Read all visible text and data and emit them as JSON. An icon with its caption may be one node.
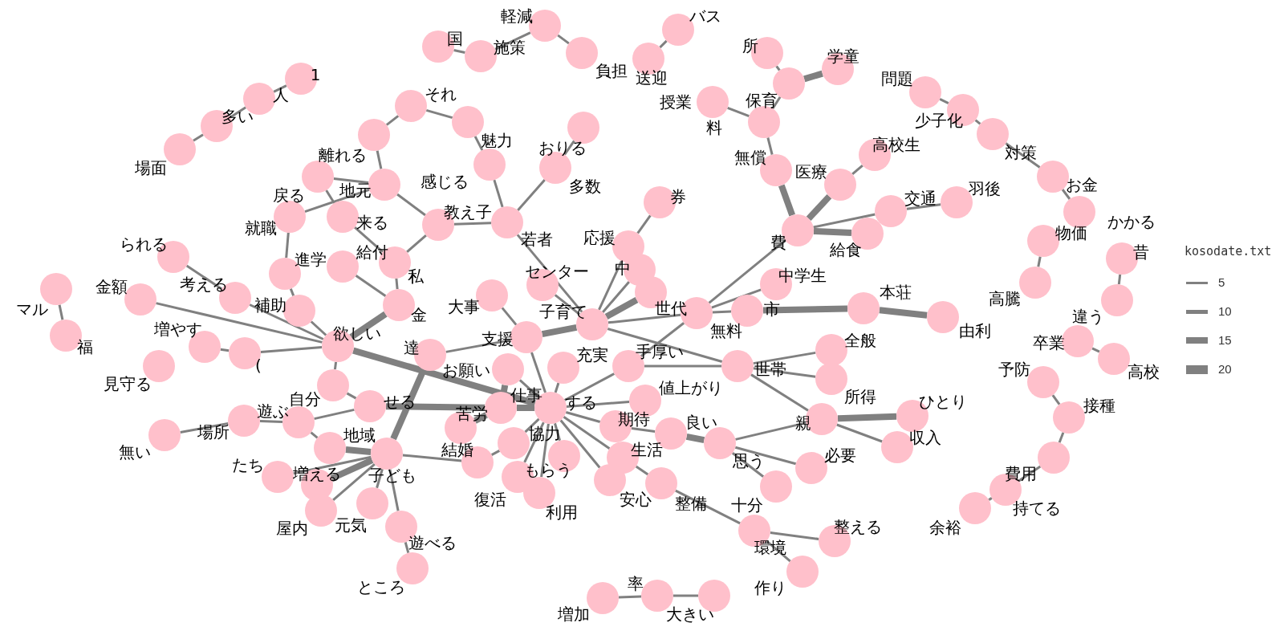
{
  "diagram": {
    "nodes": [
      {
        "text": [
          "場面"
        ]
      },
      {
        "text": [
          "多い"
        ]
      },
      {
        "text": [
          "人"
        ]
      },
      {
        "text": [
          "1"
        ]
      },
      {
        "text": [
          "国"
        ]
      },
      {
        "text": [
          "施策"
        ]
      },
      {
        "text": [
          "軽減"
        ]
      },
      {
        "text": [
          "負担"
        ]
      },
      {
        "text": [
          "バス"
        ]
      },
      {
        "text": [
          "送迎"
        ]
      },
      {
        "text": [
          "所"
        ]
      },
      {
        "text": [
          "学童"
        ]
      },
      {
        "text": [
          "保育"
        ]
      },
      {
        "text": [
          "授業"
        ]
      },
      {
        "text": [
          "料"
        ]
      },
      {
        "text": [
          "問題"
        ]
      },
      {
        "text": [
          "少子化"
        ]
      },
      {
        "text": [
          "対策"
        ]
      },
      {
        "text": [
          "それ"
        ]
      },
      {
        "text": [
          "魅力"
        ]
      },
      {
        "text": [
          "離れる"
        ]
      },
      {
        "text": [
          "おりる"
        ]
      },
      {
        "text": [
          "高校生"
        ]
      },
      {
        "text": [
          "無償"
        ]
      },
      {
        "text": [
          "感じる"
        ]
      },
      {
        "text": [
          "多数"
        ]
      },
      {
        "text": [
          "地元"
        ]
      },
      {
        "text": [
          "戻る"
        ]
      },
      {
        "text": [
          "医療"
        ]
      },
      {
        "text": [
          "お金"
        ]
      },
      {
        "text": [
          "かかる"
        ]
      },
      {
        "text": [
          "交通"
        ]
      },
      {
        "text": [
          "羽後"
        ]
      },
      {
        "text": [
          "券"
        ]
      },
      {
        "text": [
          "就職"
        ]
      },
      {
        "text": [
          "来る"
        ]
      },
      {
        "text": [
          "教え子"
        ]
      },
      {
        "text": [
          "若者"
        ]
      },
      {
        "text": [
          "費"
        ]
      },
      {
        "text": [
          "給食"
        ]
      },
      {
        "text": [
          "物価"
        ]
      },
      {
        "text": [
          "応援"
        ]
      },
      {
        "text": [
          "られる"
        ]
      },
      {
        "text": [
          "昔"
        ]
      },
      {
        "text": [
          "進学"
        ]
      },
      {
        "text": [
          "給付"
        ]
      },
      {
        "text": [
          "私"
        ]
      },
      {
        "text": [
          "中"
        ]
      },
      {
        "text": [
          "高騰"
        ]
      },
      {
        "text": [
          "中学生"
        ]
      },
      {
        "text": [
          "センター"
        ]
      },
      {
        "text": [
          "考える"
        ]
      },
      {
        "text": [
          "金額"
        ]
      },
      {
        "text": [
          "マル"
        ]
      },
      {
        "text": [
          "補助"
        ]
      },
      {
        "text": [
          "金"
        ]
      },
      {
        "text": [
          "大事"
        ]
      },
      {
        "text": [
          "世代"
        ]
      },
      {
        "text": [
          "違う"
        ]
      },
      {
        "text": [
          "子育て"
        ]
      },
      {
        "text": [
          "無料"
        ]
      },
      {
        "text": [
          "市"
        ]
      },
      {
        "text": [
          "本荘"
        ]
      },
      {
        "text": [
          "由利"
        ]
      },
      {
        "text": [
          "福"
        ]
      },
      {
        "text": [
          "増やす"
        ]
      },
      {
        "text": [
          "支援"
        ]
      },
      {
        "text": [
          "卒業"
        ]
      },
      {
        "text": [
          "欲しい"
        ]
      },
      {
        "text": [
          "("
        ]
      },
      {
        "text": [
          "達"
        ]
      },
      {
        "text": [
          "全般"
        ]
      },
      {
        "text": [
          "見守る"
        ]
      },
      {
        "text": [
          "充実"
        ]
      },
      {
        "text": [
          "手厚い"
        ]
      },
      {
        "text": [
          "お願い"
        ]
      },
      {
        "text": [
          "世帯"
        ]
      },
      {
        "text": [
          "自分"
        ]
      },
      {
        "text": [
          "高校"
        ]
      },
      {
        "text": [
          "所得"
        ]
      },
      {
        "text": [
          "予防"
        ]
      },
      {
        "text": [
          "値上がり"
        ]
      },
      {
        "text": [
          "せる"
        ]
      },
      {
        "text": [
          "仕事"
        ]
      },
      {
        "text": [
          "する"
        ]
      },
      {
        "text": [
          "ひとり"
        ]
      },
      {
        "text": [
          "接種"
        ]
      },
      {
        "text": [
          "苦労"
        ]
      },
      {
        "text": [
          "親"
        ]
      },
      {
        "text": [
          "期待"
        ]
      },
      {
        "text": [
          "遊ぶ"
        ]
      },
      {
        "text": [
          "場所"
        ]
      },
      {
        "text": [
          "良い"
        ]
      },
      {
        "text": [
          "無い"
        ]
      },
      {
        "text": [
          "協力"
        ]
      },
      {
        "text": [
          "思う"
        ]
      },
      {
        "text": [
          "費用"
        ]
      },
      {
        "text": [
          "収入"
        ]
      },
      {
        "text": [
          "地域"
        ]
      },
      {
        "text": [
          "もらう"
        ]
      },
      {
        "text": [
          "結婚"
        ]
      },
      {
        "text": [
          "子ども"
        ]
      },
      {
        "text": [
          "生活"
        ]
      },
      {
        "text": [
          "必要"
        ]
      },
      {
        "text": [
          "たち"
        ]
      },
      {
        "text": [
          "復活"
        ]
      },
      {
        "text": [
          "増える"
        ]
      },
      {
        "text": [
          "安心"
        ]
      },
      {
        "text": [
          "整備"
        ]
      },
      {
        "text": [
          "十分"
        ]
      },
      {
        "text": [
          "利用"
        ]
      },
      {
        "text": [
          "持てる"
        ]
      },
      {
        "text": [
          "屋内"
        ]
      },
      {
        "text": [
          "元気"
        ]
      },
      {
        "text": [
          "余裕"
        ]
      },
      {
        "text": [
          "遊べる"
        ]
      },
      {
        "text": [
          "環境"
        ]
      },
      {
        "text": [
          "整える"
        ]
      },
      {
        "text": [
          "作り"
        ]
      },
      {
        "text": [
          "ところ"
        ]
      },
      {
        "text": [
          "増加"
        ]
      },
      {
        "text": [
          "率"
        ]
      },
      {
        "text": [
          "大きい"
        ]
      }
    ],
    "edges": [
      {
        "from": 0,
        "to": 1,
        "arrow": "none"
      },
      {
        "from": 1,
        "to": 2,
        "arrow": "none"
      },
      {
        "from": 2,
        "to": 3,
        "arrow": "none"
      },
      {
        "from": 4,
        "to": 5,
        "arrow": "none"
      },
      {
        "from": 5,
        "to": 6,
        "arrow": "none"
      },
      {
        "from": 6,
        "to": 7,
        "arrow": "none"
      },
      {
        "from": 8,
        "to": 9,
        "arrow": "none"
      },
      {
        "from": 10,
        "to": 12,
        "arrow": "none"
      },
      {
        "from": 11,
        "to": 12,
        "arrow": "none",
        "style": "thick"
      },
      {
        "from": 12,
        "to": 14,
        "arrow": "none"
      },
      {
        "from": 13,
        "to": 14,
        "arrow": "none"
      },
      {
        "from": 14,
        "to": 23,
        "arrow": "none"
      },
      {
        "from": 23,
        "to": 38,
        "arrow": "none",
        "style": "thick"
      },
      {
        "from": 28,
        "to": 38,
        "arrow": "none",
        "style": "thick"
      },
      {
        "from": 28,
        "to": 22,
        "arrow": "none"
      },
      {
        "from": 38,
        "to": 31,
        "arrow": "none"
      },
      {
        "from": 31,
        "to": 32,
        "arrow": "none"
      },
      {
        "from": 38,
        "to": 39,
        "arrow": "none",
        "style": "thick"
      },
      {
        "from": 38,
        "to": 60,
        "arrow": "none"
      },
      {
        "from": 15,
        "to": 16,
        "arrow": "none"
      },
      {
        "from": 16,
        "to": 17,
        "arrow": "none"
      },
      {
        "from": 17,
        "to": 29,
        "arrow": "none"
      },
      {
        "from": 29,
        "to": 30,
        "arrow": "none"
      },
      {
        "from": 40,
        "to": 48,
        "arrow": "none"
      },
      {
        "from": 43,
        "to": 58,
        "arrow": "none"
      },
      {
        "from": 67,
        "to": 78,
        "arrow": "none"
      },
      {
        "from": 80,
        "to": 86,
        "arrow": "none"
      },
      {
        "from": 86,
        "to": 96,
        "arrow": "none"
      },
      {
        "from": 96,
        "to": 111,
        "arrow": "none"
      },
      {
        "from": 111,
        "to": 114,
        "arrow": "none"
      },
      {
        "from": 18,
        "to": 20,
        "arrow": "none"
      },
      {
        "from": 18,
        "to": 19,
        "arrow": "none"
      },
      {
        "from": 20,
        "to": 26,
        "arrow": "none"
      },
      {
        "from": 27,
        "to": 26,
        "arrow": "none"
      },
      {
        "from": 27,
        "to": 35,
        "arrow": "none"
      },
      {
        "from": 34,
        "to": 26,
        "arrow": "none"
      },
      {
        "from": 34,
        "to": 44,
        "arrow": "none"
      },
      {
        "from": 35,
        "to": 46,
        "arrow": "none"
      },
      {
        "from": 45,
        "to": 55,
        "arrow": "none"
      },
      {
        "from": 44,
        "to": 54,
        "arrow": "none"
      },
      {
        "from": 46,
        "to": 55,
        "arrow": "none"
      },
      {
        "from": 36,
        "to": 46,
        "arrow": "none"
      },
      {
        "from": 26,
        "to": 36,
        "arrow": "none"
      },
      {
        "from": 36,
        "to": 37,
        "arrow": "none"
      },
      {
        "from": 37,
        "to": 24,
        "arrow": "none"
      },
      {
        "from": 24,
        "to": 19,
        "arrow": "none"
      },
      {
        "from": 37,
        "to": 25,
        "arrow": "none"
      },
      {
        "from": 25,
        "to": 21,
        "arrow": "none"
      },
      {
        "from": 37,
        "to": 59,
        "arrow": "none"
      },
      {
        "from": 33,
        "to": 41,
        "arrow": "none"
      },
      {
        "from": 41,
        "to": 59,
        "arrow": "none"
      },
      {
        "from": 47,
        "to": 59,
        "arrow": "none"
      },
      {
        "from": 57,
        "to": 59,
        "arrow": "none",
        "style": "thick"
      },
      {
        "from": 66,
        "to": 59,
        "arrow": "none",
        "style": "thick"
      },
      {
        "from": 50,
        "to": 59,
        "arrow": "none"
      },
      {
        "from": 59,
        "to": 76,
        "arrow": "none"
      },
      {
        "from": 59,
        "to": 60,
        "arrow": "none"
      },
      {
        "from": 61,
        "to": 62,
        "arrow": "none",
        "style": "thick"
      },
      {
        "from": 62,
        "to": 63,
        "arrow": "none",
        "style": "thick"
      },
      {
        "from": 49,
        "to": 60,
        "arrow": "none"
      },
      {
        "from": 74,
        "to": 60,
        "arrow": "none"
      },
      {
        "from": 74,
        "to": 76,
        "arrow": "none"
      },
      {
        "from": 76,
        "to": 71,
        "arrow": "none"
      },
      {
        "from": 76,
        "to": 79,
        "arrow": "none"
      },
      {
        "from": 76,
        "to": 88,
        "arrow": "none"
      },
      {
        "from": 88,
        "to": 85,
        "arrow": "none",
        "style": "thick"
      },
      {
        "from": 88,
        "to": 97,
        "arrow": "none"
      },
      {
        "from": 88,
        "to": 95,
        "arrow": "none"
      },
      {
        "from": 95,
        "to": 103,
        "arrow": "none"
      },
      {
        "from": 95,
        "to": 109,
        "arrow": "none"
      },
      {
        "from": 92,
        "to": 95,
        "arrow": "none",
        "style": "thick"
      },
      {
        "from": 89,
        "to": 92,
        "arrow": "none"
      },
      {
        "from": 102,
        "to": 108,
        "arrow": "none"
      },
      {
        "from": 108,
        "to": 116,
        "arrow": "none"
      },
      {
        "from": 116,
        "to": 117,
        "arrow": "none"
      },
      {
        "from": 116,
        "to": 118,
        "arrow": "none"
      },
      {
        "from": 120,
        "to": 121,
        "arrow": "none"
      },
      {
        "from": 121,
        "to": 122,
        "arrow": "none"
      },
      {
        "from": 84,
        "to": 83,
        "arrow": "none",
        "style": "thick"
      },
      {
        "from": 83,
        "to": 87,
        "arrow": "none",
        "style": "thick"
      },
      {
        "from": 84,
        "to": 94,
        "arrow": "none"
      },
      {
        "from": 84,
        "to": 99,
        "arrow": "none"
      },
      {
        "from": 84,
        "to": 110,
        "arrow": "none"
      },
      {
        "from": 84,
        "to": 107,
        "arrow": "none"
      },
      {
        "from": 84,
        "to": 102,
        "arrow": "none"
      },
      {
        "from": 84,
        "to": 89,
        "arrow": "none"
      },
      {
        "from": 84,
        "to": 81,
        "arrow": "none"
      },
      {
        "from": 84,
        "to": 73,
        "arrow": "none"
      },
      {
        "from": 84,
        "to": 74,
        "arrow": "none"
      },
      {
        "from": 84,
        "to": 66,
        "arrow": "none"
      },
      {
        "from": 84,
        "to": 75,
        "arrow": "none"
      },
      {
        "from": 68,
        "to": 84,
        "arrow": "none",
        "style": "thick"
      },
      {
        "from": 82,
        "to": 83,
        "arrow": "none",
        "style": "thick"
      },
      {
        "from": 101,
        "to": 70,
        "arrow": "none",
        "style": "thick"
      },
      {
        "from": 101,
        "to": 98,
        "arrow": "none",
        "style": "thick"
      },
      {
        "from": 98,
        "to": 90,
        "arrow": "none"
      },
      {
        "from": 101,
        "to": 106,
        "arrow": "none",
        "style": "thick"
      },
      {
        "from": 101,
        "to": 112,
        "arrow": "none"
      },
      {
        "from": 101,
        "to": 113,
        "arrow": "none"
      },
      {
        "from": 101,
        "to": 115,
        "arrow": "none"
      },
      {
        "from": 101,
        "to": 104,
        "arrow": "none"
      },
      {
        "from": 101,
        "to": 100,
        "arrow": "none"
      },
      {
        "from": 90,
        "to": 91,
        "arrow": "none"
      },
      {
        "from": 91,
        "to": 93,
        "arrow": "none"
      },
      {
        "from": 115,
        "to": 119,
        "arrow": "none"
      },
      {
        "from": 82,
        "to": 90,
        "arrow": "none"
      },
      {
        "from": 82,
        "to": 77,
        "arrow": "none"
      },
      {
        "from": 68,
        "to": 77,
        "arrow": "none"
      },
      {
        "from": 68,
        "to": 52,
        "arrow": "none"
      },
      {
        "from": 68,
        "to": 69,
        "arrow": "none"
      },
      {
        "from": 68,
        "to": 54,
        "arrow": "none"
      },
      {
        "from": 68,
        "to": 51,
        "arrow": "none"
      },
      {
        "from": 65,
        "to": 69,
        "arrow": "none"
      },
      {
        "from": 42,
        "to": 51,
        "arrow": "none"
      },
      {
        "from": 53,
        "to": 64,
        "arrow": "none"
      },
      {
        "from": 55,
        "to": 68,
        "arrow": "none",
        "style": "thick"
      },
      {
        "from": 56,
        "to": 66,
        "arrow": "none"
      },
      {
        "from": 70,
        "to": 66,
        "arrow": "none"
      },
      {
        "from": 75,
        "to": 83,
        "arrow": "none",
        "style": "thick"
      },
      {
        "from": 100,
        "to": 94,
        "arrow": "none"
      },
      {
        "from": 105,
        "to": 84,
        "arrow": "none"
      },
      {
        "from": 60,
        "to": 61,
        "arrow": "none"
      }
    ],
    "labels": [
      "kosodate.txt"
    ],
    "legend": [
      {
        "text": "5"
      },
      {
        "text": "10"
      },
      {
        "text": "15"
      },
      {
        "text": "20"
      }
    ]
  }
}
